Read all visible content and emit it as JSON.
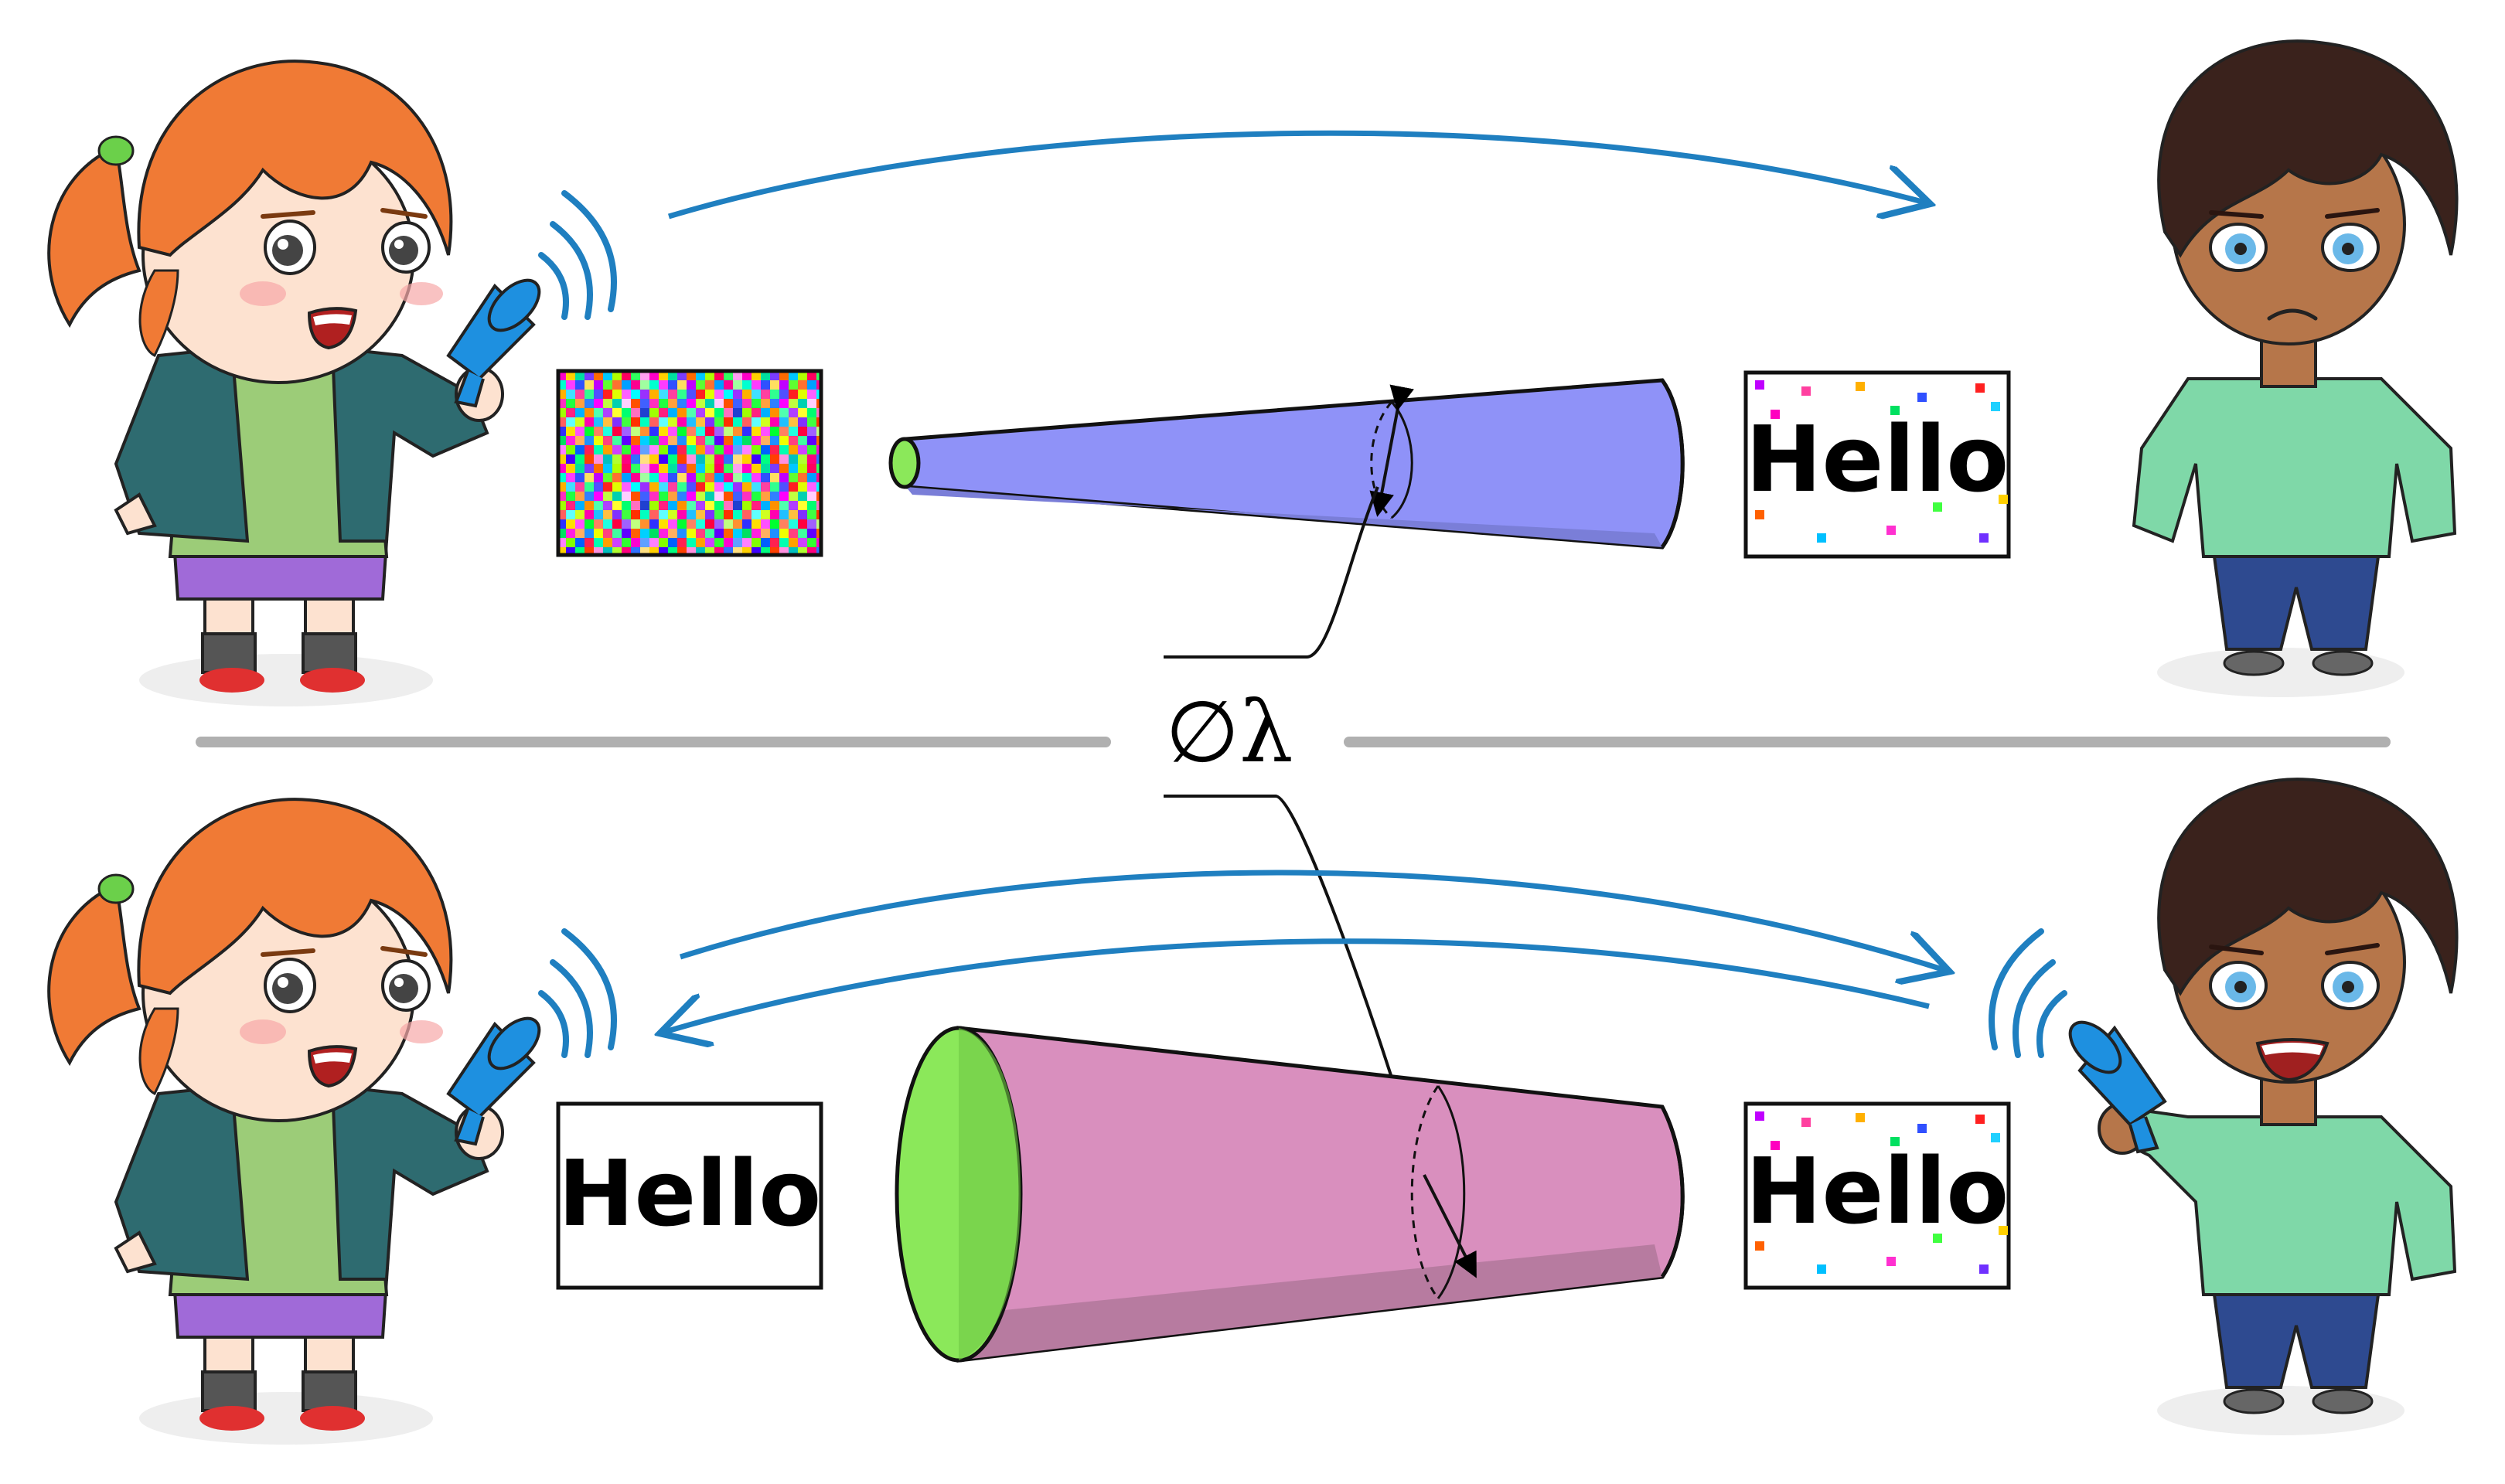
{
  "diagram": {
    "symbol_label": "∅λ",
    "top_panel": {
      "sender": "girl",
      "receiver": "boy",
      "sent_message": "",
      "received_message": "Hello",
      "channel": "narrow"
    },
    "bottom_panel": {
      "sender": "girl",
      "receiver": "boy",
      "sent_message": "Hello",
      "received_message": "Hello",
      "channel": "wide"
    },
    "colors": {
      "arrow": "#1f7fc0",
      "narrow_channel": "#8f92f8",
      "wide_channel": "#d98fbe",
      "channel_opening": "#8be85a",
      "divider": "#b0b0b0",
      "girl_hair": "#f07a35",
      "girl_jacket": "#2e6b70",
      "boy_shirt": "#7fd8a8",
      "boy_skin": "#b6764a",
      "megaphone": "#1e90e0"
    }
  }
}
